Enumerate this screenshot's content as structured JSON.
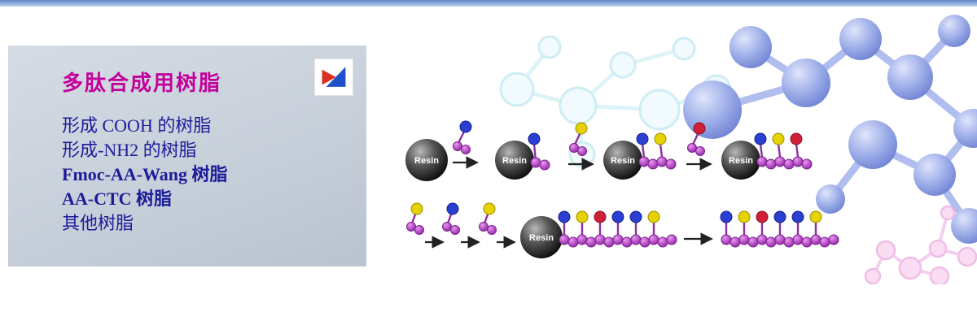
{
  "panel": {
    "title": "多肽合成用树脂",
    "items": [
      "形成 COOH 的树脂",
      "形成-NH2 的树脂",
      "Fmoc-AA-Wang 树脂",
      "AA-CTC 树脂",
      "其他树脂"
    ]
  },
  "illustration": {
    "resin_label": "Resin"
  },
  "colors": {
    "topbar-a": "#5d85c8",
    "topbar-b": "#bdd2ee",
    "panel-bg": "#c7cfda",
    "title-magenta": "#c4009a",
    "item-blue": "#1c1c99",
    "bead-purple": "#b44cc4",
    "group-blue": "#2b3fd0",
    "group-yellow": "#e6d200",
    "group-red": "#cf2038",
    "molecule-periwinkle": "#a8b6ee",
    "molecule-cyan": "#c2e9f2",
    "molecule-pink": "#eeb2e2",
    "resin-dark": "#111111",
    "logo-red": "#d83020",
    "logo-blue": "#2050c8"
  }
}
